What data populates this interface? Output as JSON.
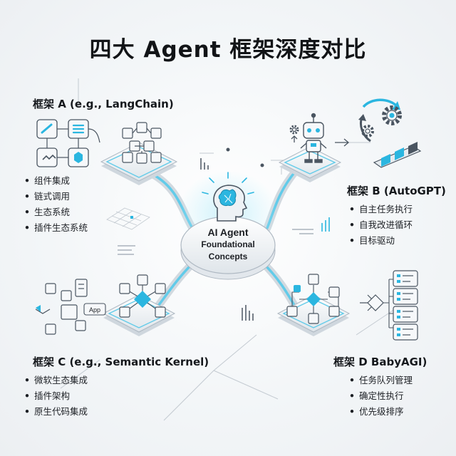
{
  "title": "四大 Agent 框架深度对比",
  "center": {
    "line1": "AI Agent",
    "line2": "Foundational",
    "line3": "Concepts"
  },
  "frameworks": {
    "a": {
      "label": "框架 A (e.g., LangChain)",
      "items": [
        "组件集成",
        "链式调用",
        "生态系统",
        "插件生态系统"
      ]
    },
    "b": {
      "label": "框架 B (AutoGPT)",
      "items": [
        "自主任务执行",
        "自我改进循环",
        "目标驱动"
      ]
    },
    "c": {
      "label": "框架 C (e.g., Semantic Kernel)",
      "items": [
        "微软生态集成",
        "插件架构",
        "原生代码集成"
      ]
    },
    "d": {
      "label": "框架 D BabyAGI)",
      "items": [
        "任务队列管理",
        "确定性执行",
        "优先级排序"
      ]
    }
  },
  "tags": {
    "app": "App"
  },
  "icons": [
    "brain-icon",
    "robot-icon",
    "gear-icon",
    "sync-arrows-icon",
    "database-icon",
    "link-icon",
    "cube-icon",
    "flowchart-icon",
    "list-icon"
  ],
  "colors": {
    "accent": "#2bb6e0",
    "accent_light": "#9fe1f4",
    "line": "#b9c2cb",
    "dark": "#4a5561"
  }
}
